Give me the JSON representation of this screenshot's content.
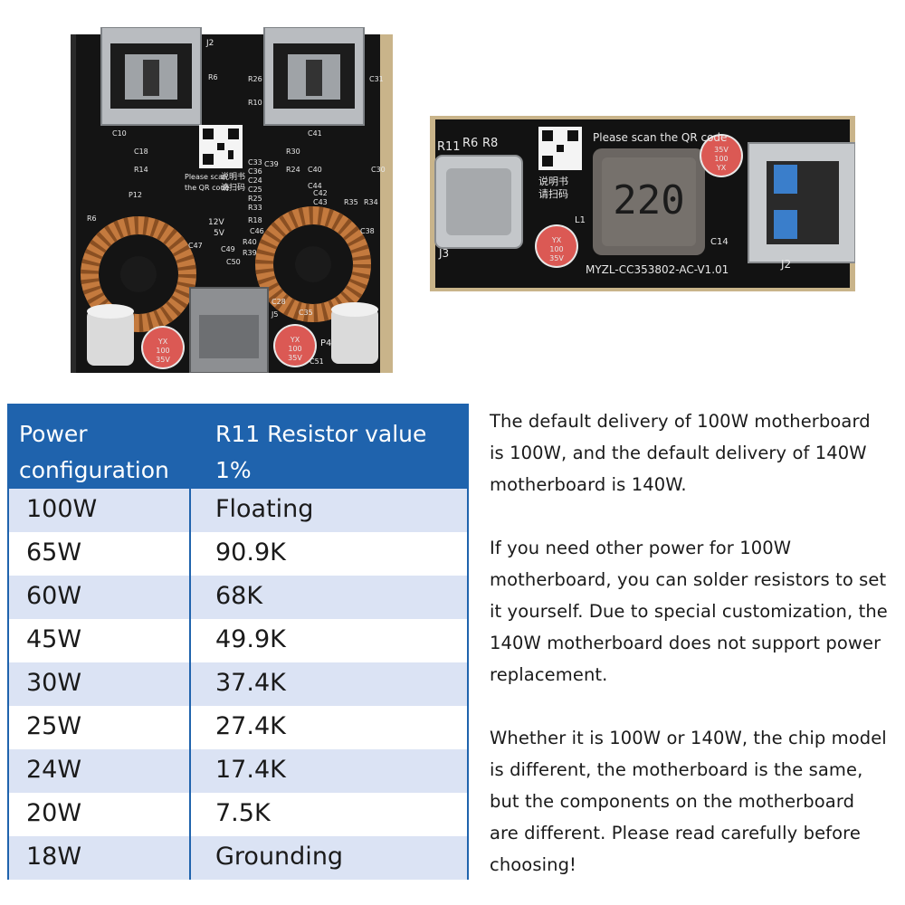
{
  "table": {
    "header": {
      "col1": "Power configuration",
      "col2": "R11 Resistor value 1%"
    },
    "rows": [
      {
        "power": "100W",
        "resistor": "Floating"
      },
      {
        "power": "65W",
        "resistor": "90.9K"
      },
      {
        "power": "60W",
        "resistor": "68K"
      },
      {
        "power": "45W",
        "resistor": "49.9K"
      },
      {
        "power": "30W",
        "resistor": "37.4K"
      },
      {
        "power": "25W",
        "resistor": "27.4K"
      },
      {
        "power": "24W",
        "resistor": "17.4K"
      },
      {
        "power": "20W",
        "resistor": "7.5K"
      },
      {
        "power": "18W",
        "resistor": "Grounding"
      }
    ]
  },
  "notes": [
    "The default delivery of 100W motherboard is 100W, and the default delivery of 140W motherboard is 140W.",
    "If you need other power for 100W motherboard, you can solder resistors to set it yourself. Due to special customization, the 140W motherboard does not support power replacement.",
    "Whether it is 100W or 140W, the chip model is different, the motherboard is the same, but the components on the motherboard are different. Please read carefully before choosing!"
  ],
  "board1_silk": {
    "labels": [
      "J2",
      "R6",
      "R26",
      "R10",
      "C31",
      "C10",
      "C18",
      "R14",
      "C41",
      "C40",
      "C44",
      "R30",
      "R24",
      "C39",
      "C36",
      "C33",
      "C24",
      "C25",
      "R25",
      "R33",
      "C30",
      "R34",
      "R35",
      "C42",
      "C43",
      "P12",
      "R6",
      "R18",
      "12V",
      "5V",
      "R40",
      "R39",
      "C46",
      "C47",
      "C38",
      "C49",
      "C50",
      "C28",
      "J5",
      "C35",
      "C51",
      "P4"
    ],
    "qr_text": [
      "说明书",
      "请扫码",
      "Please scan",
      "the QR code"
    ],
    "cap1": [
      "YX",
      "100",
      "35V"
    ],
    "cap2": [
      "YX",
      "100",
      "35V"
    ]
  },
  "board2_silk": {
    "labels": [
      "R11",
      "R6",
      "R8",
      "J3",
      "L1",
      "C14",
      "J2"
    ],
    "qr_text": [
      "说明书",
      "请扫码"
    ],
    "scan_text": "Please scan the QR code",
    "inductor": "220",
    "model": "MYZL-CC353802-AC-V1.01",
    "cap1": [
      "YX",
      "100",
      "35V"
    ],
    "cap2": [
      "35V",
      "100",
      "YX"
    ]
  },
  "colors": {
    "table_header": "#1f63ad",
    "row_alt": "#dbe3f4",
    "pcb": "#121212",
    "copper": "#c47a3e"
  }
}
